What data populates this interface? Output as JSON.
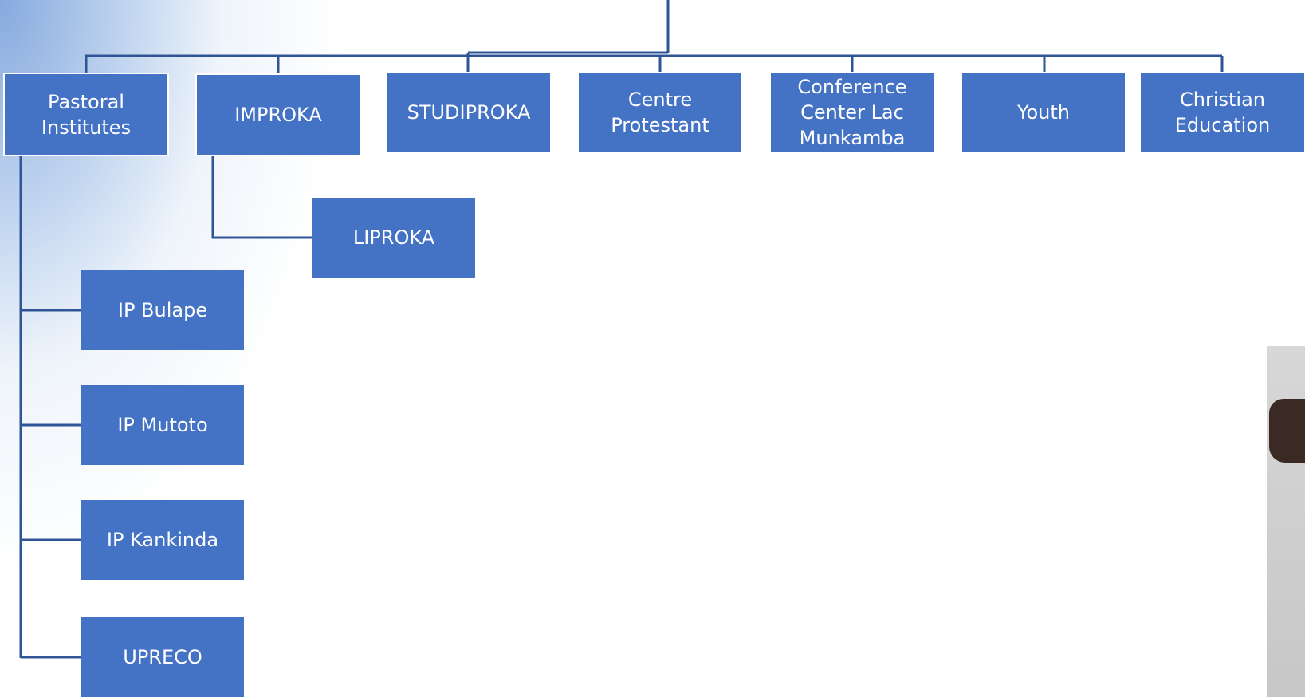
{
  "colors": {
    "box": "#4472c4",
    "line": "#2f5597",
    "text": "#ffffff"
  },
  "org_chart": {
    "top_row": [
      {
        "label": "Pastoral\nInstitutes"
      },
      {
        "label": "IMPROKA"
      },
      {
        "label": "STUDIPROKA"
      },
      {
        "label": "Centre\nProtestant"
      },
      {
        "label": "Conference\nCenter Lac\nMunkamba"
      },
      {
        "label": "Youth"
      },
      {
        "label": "Christian\nEducation"
      }
    ],
    "improka_children": [
      {
        "label": "LIPROKA"
      }
    ],
    "pastoral_children": [
      {
        "label": "IP Bulape"
      },
      {
        "label": "IP Mutoto"
      },
      {
        "label": "IP Kankinda"
      },
      {
        "label": "UPRECO"
      }
    ]
  }
}
